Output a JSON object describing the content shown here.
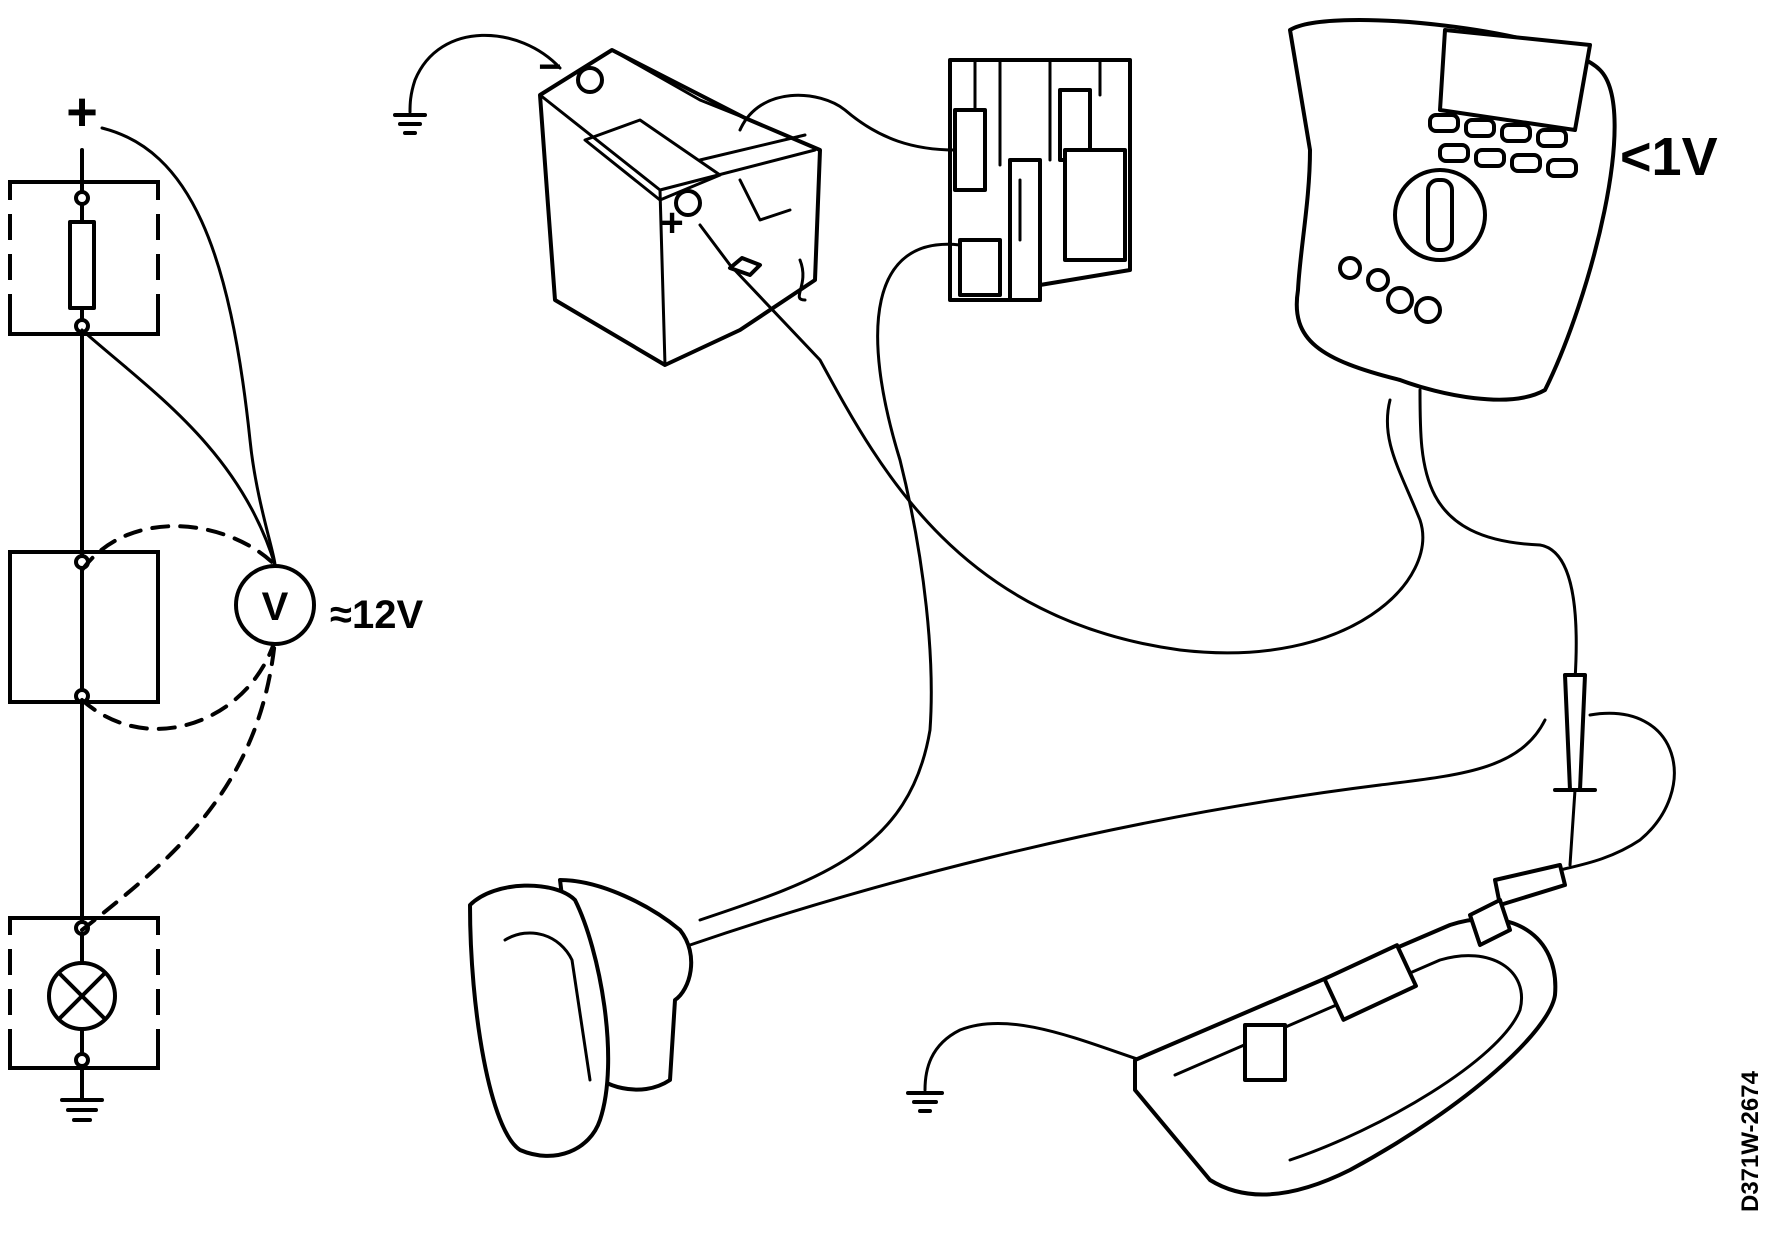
{
  "schematic": {
    "supply_sign": "+",
    "voltmeter_symbol": "V",
    "voltmeter_reading": "≈12V"
  },
  "battery": {
    "negative_sign": "−",
    "positive_sign": "+"
  },
  "multimeter": {
    "reading": "<1V"
  },
  "figure_code": "D371W-2674"
}
